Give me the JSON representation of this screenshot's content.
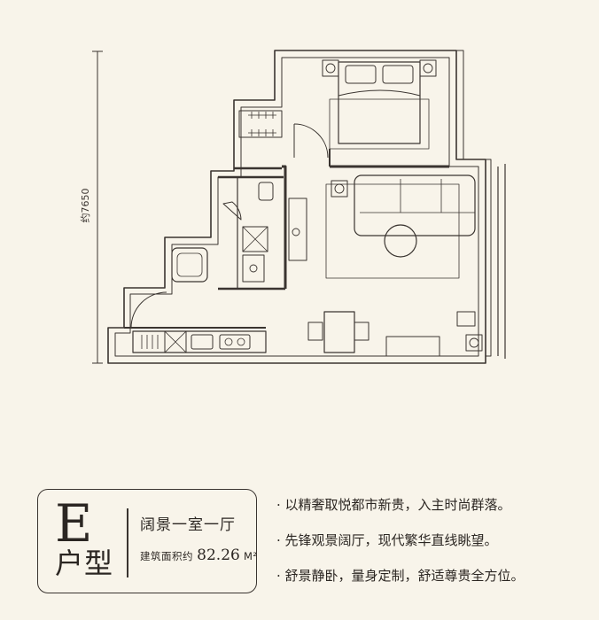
{
  "plan": {
    "dimension_label": "约7650"
  },
  "unit": {
    "letter": "E",
    "type_label": "户型",
    "tagline": "阔景一室一厅",
    "area_prefix": "建筑面积约",
    "area_value": "82.26",
    "area_unit": "M²"
  },
  "features": [
    "· 以精奢取悦都市新贵，入主时尚群落。",
    "· 先锋观景阔厅，现代繁华直线眺望。",
    "· 舒景静卧，量身定制，舒适尊贵全方位。"
  ],
  "colors": {
    "background": "#f8f4ea",
    "wall": "#3a3430",
    "line": "#6b625a"
  }
}
